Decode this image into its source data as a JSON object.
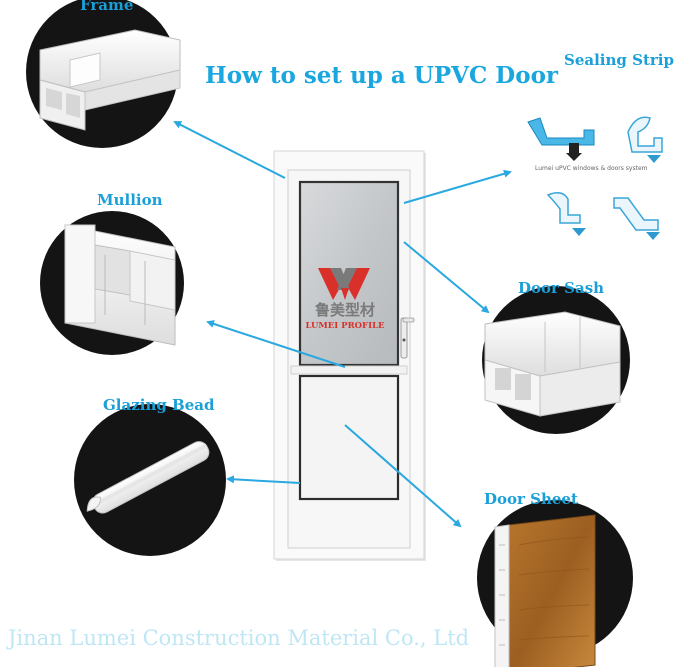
{
  "title": "How to set up a UPVC Door",
  "labels": {
    "frame": "Frame",
    "sealing_strip": "Sealing Strip",
    "mullion": "Mullion",
    "door_sash": "Door Sash",
    "glazing_bead": "Glazing Bead",
    "door_sheet": "Door Sheet"
  },
  "sealing_caption": "Lumei uPVC windows & doors system",
  "door_logo": {
    "chinese": "鲁美型材",
    "english": "LUMEI PROFILE"
  },
  "footer": "Jinan Lumei Construction Material Co., Ltd",
  "colors": {
    "accent": "#1aa6df",
    "arrow": "#2aa8e0",
    "logo_red": "#d9312a",
    "logo_gray": "#7a7a7a"
  }
}
